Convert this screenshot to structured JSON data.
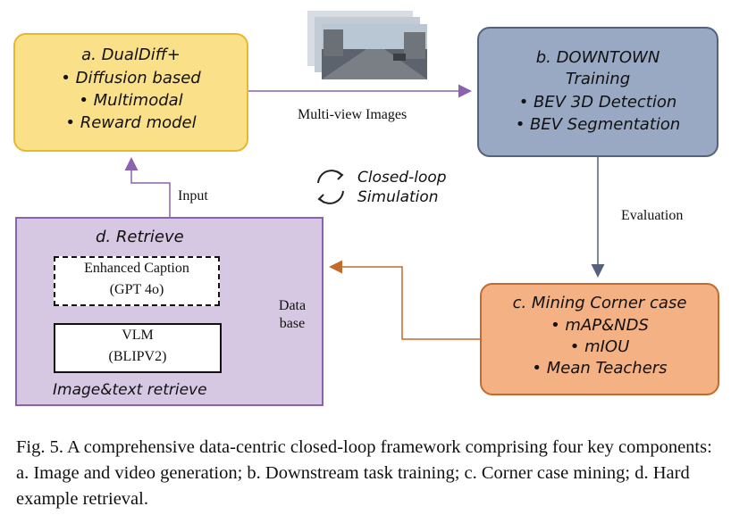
{
  "box_a": {
    "title": "a. DualDiff+",
    "items": [
      "Diffusion based",
      "Multimodal",
      "Reward model"
    ]
  },
  "box_b": {
    "title": "b. DOWNTOWN",
    "subtitle": "Training",
    "items": [
      "BEV 3D Detection",
      "BEV Segmentation"
    ]
  },
  "box_c": {
    "title": "c. Mining Corner case",
    "items": [
      "mAP&NDS",
      "mIOU",
      "Mean Teachers"
    ]
  },
  "box_d": {
    "title": "d. Retrieve",
    "caption_box": [
      "Enhanced Caption",
      "(GPT 4o)"
    ],
    "vlm_box": [
      "VLM",
      "(BLIPV2)"
    ],
    "database": [
      "Data",
      "base"
    ],
    "footer": "Image&text retrieve"
  },
  "labels": {
    "multiview": "Multi-view Images",
    "evaluation": "Evaluation",
    "input": "Input",
    "closed_loop": [
      "Closed-loop",
      "Simulation"
    ]
  },
  "colors": {
    "box_a_fill": "#fbe08a",
    "box_b_fill": "#9aa9c3",
    "box_c_fill": "#f4b183",
    "box_d_fill": "#d6c7e3",
    "arrow_a_to_b": "#8a62ad",
    "arrow_b_to_c": "#56627c",
    "arrow_c_to_d": "#c36a2c",
    "arrow_d_to_a": "#8a62ad"
  },
  "icons": {
    "cycle": "refresh-cycle-icon",
    "images": "street-image-stack"
  },
  "figure_caption": "Fig. 5.  A comprehensive data-centric closed-loop framework comprising four key components: a. Image and video generation; b. Downstream task training; c. Corner case mining; d. Hard example retrieval."
}
